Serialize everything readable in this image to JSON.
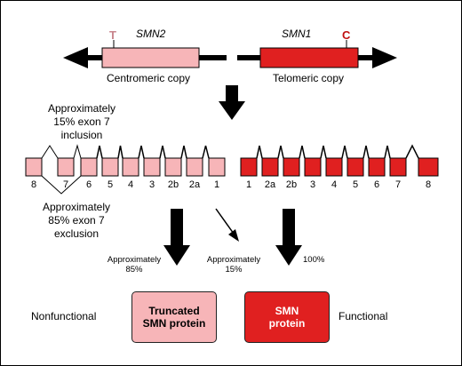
{
  "genes": {
    "smn2": {
      "name": "SMN2",
      "caption": "Centromeric copy",
      "nucleotide": "T",
      "color": "#f7b5b8"
    },
    "smn1": {
      "name": "SMN1",
      "caption": "Telomeric copy",
      "nucleotide": "C",
      "color": "#e02020"
    }
  },
  "smn2_exons": [
    "8",
    "7",
    "6",
    "5",
    "4",
    "3",
    "2b",
    "2a",
    "1"
  ],
  "smn1_exons": [
    "1",
    "2a",
    "2b",
    "3",
    "4",
    "5",
    "6",
    "7",
    "8"
  ],
  "annotations": {
    "inclusion": "Approximately\n15% exon 7\ninclusion",
    "exclusion": "Approximately\n85% exon 7\nexclusion"
  },
  "percentages": {
    "smn2_truncated": "Approximately\n85%",
    "smn2_full": "Approximately\n15%",
    "smn1_full": "100%"
  },
  "outcomes": {
    "truncated_label": "Truncated\nSMN protein",
    "full_label": "SMN\nprotein",
    "nonfunctional": "Nonfunctional",
    "functional": "Functional"
  }
}
